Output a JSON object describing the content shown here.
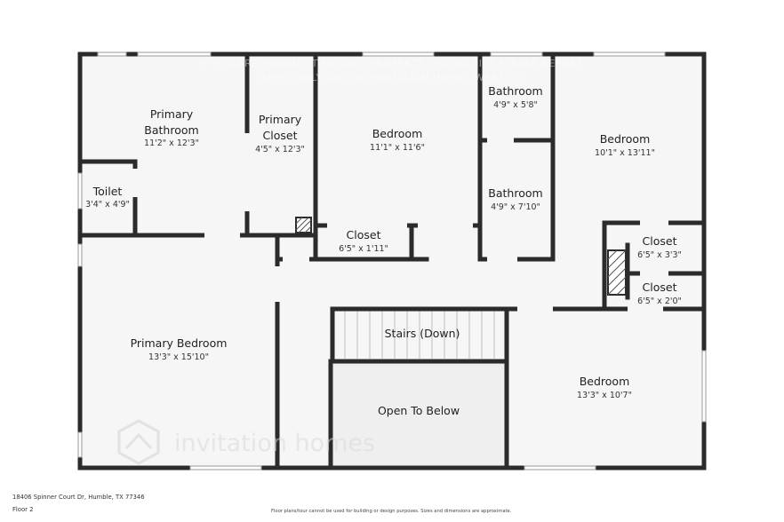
{
  "rooms": {
    "primary_bathroom": {
      "name_line1": "Primary",
      "name_line2": "Bathroom",
      "dims": "11'2\" x 12'3\""
    },
    "primary_closet": {
      "name_line1": "Primary",
      "name_line2": "Closet",
      "dims": "4'5\" x 12'3\""
    },
    "bedroom_top_middle": {
      "name": "Bedroom",
      "dims": "11'1\" x 11'6\""
    },
    "bathroom_small": {
      "name": "Bathroom",
      "dims": "4'9\" x 5'8\""
    },
    "bathroom_2": {
      "name": "Bathroom",
      "dims": "4'9\" x 7'10\""
    },
    "bedroom_top_right": {
      "name": "Bedroom",
      "dims": "10'1\" x 13'11\""
    },
    "toilet": {
      "name": "Toilet",
      "dims": "3'4\" x 4'9\""
    },
    "closet_hall": {
      "name": "Closet",
      "dims": "6'5\" x 1'11\""
    },
    "closet_right_1": {
      "name": "Closet",
      "dims": "6'5\" x 3'3\""
    },
    "closet_right_2": {
      "name": "Closet",
      "dims": "6'5\" x 2'0\""
    },
    "primary_bedroom": {
      "name": "Primary Bedroom",
      "dims": "13'3\" x 15'10\""
    },
    "stairs": {
      "name": "Stairs (Down)"
    },
    "open_to_below": {
      "name": "Open To Below"
    },
    "bedroom_bottom_right": {
      "name": "Bedroom",
      "dims": "13'3\" x 10'7\""
    }
  },
  "watermark": {
    "line1": "IF YOU ARE VIEWING THIS ON A PROPERTY LISTING SITE PLEASE REPORT",
    "line2": "APPLY ONLY ON THE INVITATION HOMES WEBSITE"
  },
  "brand_watermark": "invitation homes",
  "footer": {
    "address": "18406 Spinner Court Dr, Humble, TX 77346",
    "floor": "Floor 2",
    "disclaimer": "Floor plans/tour cannot be used for building or design purposes. Sizes and dimensions are approximate."
  },
  "colors": {
    "wall": "#2b2b2b",
    "room_fill": "#f6f6f6",
    "open_fill": "#efefef",
    "window": "#cfcfcf"
  }
}
